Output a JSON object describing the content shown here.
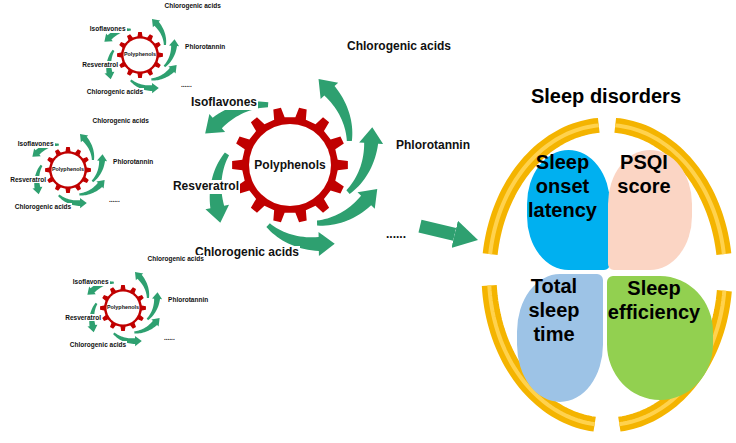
{
  "diagram": {
    "title": "Sleep disorders",
    "nodes": [
      {
        "text": [
          "Polyphenols"
        ]
      },
      {
        "text": [
          "Polyphenols"
        ]
      },
      {
        "text": [
          "Polyphenols"
        ]
      },
      {
        "text": [
          "Polyphenols"
        ]
      },
      {
        "text": [
          "Sleep disorders"
        ]
      },
      {
        "text": [
          "Sleep onset latency"
        ],
        "in": 4
      },
      {
        "text": [
          "PSQI score"
        ],
        "in": 4
      },
      {
        "text": [
          "Total sleep time"
        ],
        "in": 4
      },
      {
        "text": [
          "Sleep efficiency"
        ],
        "in": 4
      }
    ],
    "edges": [
      {
        "from": 1,
        "to": 4,
        "arrow": "to"
      }
    ],
    "labels": [
      "Chlorogenic acids",
      "Isoflavones",
      "Phlorotannin",
      "Resveratrol",
      "Chlorogenic acids",
      "......",
      "Chlorogenic acids",
      "Isoflavones",
      "Phlorotannin",
      "Resveratrol",
      "Chlorogenic acids",
      "......",
      "Chlorogenic acids",
      "Isoflavones",
      "Phlorotannin",
      "Resveratrol",
      "Chlorogenic acids",
      "......",
      "Chlorogenic acids",
      "Isoflavones",
      "Phlorotannin",
      "Resveratrol",
      "Chlorogenic acids",
      "......"
    ]
  }
}
